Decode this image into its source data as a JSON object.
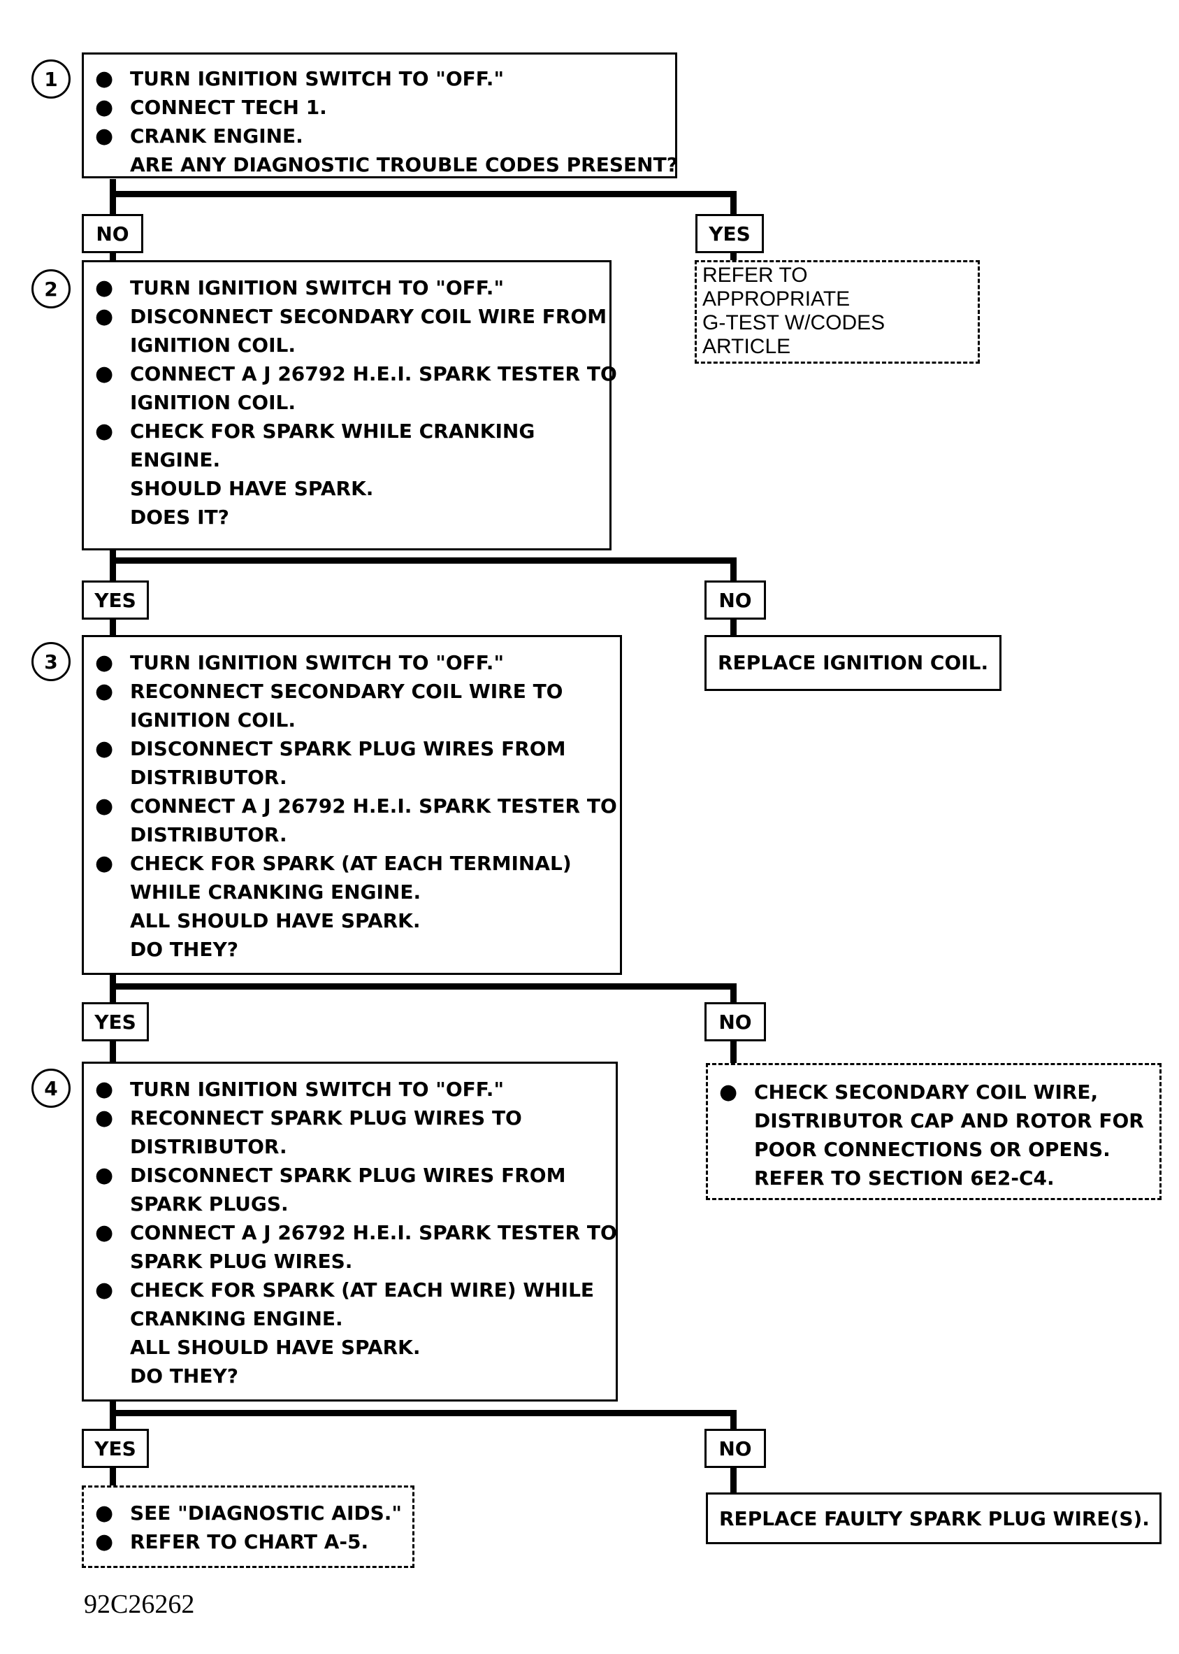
{
  "steps": [
    {
      "number": "1",
      "lines": [
        "TURN IGNITION SWITCH TO \"OFF.\"",
        "CONNECT TECH 1.",
        "CRANK ENGINE.",
        "ARE ANY DIAGNOSTIC TROUBLE CODES PRESENT?"
      ]
    },
    {
      "number": "2",
      "lines": [
        "TURN IGNITION SWITCH TO \"OFF.\"",
        "DISCONNECT SECONDARY COIL WIRE FROM",
        "IGNITION COIL.",
        "CONNECT A J 26792 H.E.I. SPARK TESTER TO",
        "IGNITION COIL.",
        "CHECK FOR SPARK WHILE CRANKING",
        "ENGINE.",
        "SHOULD HAVE SPARK.",
        "DOES IT?"
      ]
    },
    {
      "number": "3",
      "lines": [
        "TURN IGNITION SWITCH TO \"OFF.\"",
        "RECONNECT SECONDARY COIL WIRE TO",
        "IGNITION COIL.",
        "DISCONNECT SPARK PLUG WIRES FROM",
        "DISTRIBUTOR.",
        "CONNECT A J 26792 H.E.I. SPARK TESTER TO",
        "DISTRIBUTOR.",
        "CHECK FOR SPARK (AT EACH TERMINAL)",
        "WHILE CRANKING ENGINE.",
        "ALL SHOULD HAVE SPARK.",
        "DO THEY?"
      ]
    },
    {
      "number": "4",
      "lines": [
        "TURN IGNITION SWITCH TO \"OFF.\"",
        "RECONNECT SPARK PLUG WIRES TO",
        "DISTRIBUTOR.",
        "DISCONNECT SPARK PLUG WIRES FROM",
        "SPARK PLUGS.",
        "CONNECT A J 26792 H.E.I. SPARK TESTER TO",
        "SPARK PLUG WIRES.",
        "CHECK FOR SPARK (AT EACH WIRE) WHILE",
        "CRANKING ENGINE.",
        "ALL SHOULD HAVE SPARK.",
        "DO THEY?"
      ]
    }
  ],
  "branch_labels": {
    "s1_no": "NO",
    "s1_yes": "YES",
    "s2_yes": "YES",
    "s2_no": "NO",
    "s3_yes": "YES",
    "s3_no": "NO",
    "s4_yes": "YES",
    "s4_no": "NO"
  },
  "outcomes": {
    "codes_present": [
      "REFER TO",
      "APPROPRIATE",
      "G-TEST W/CODES",
      "ARTICLE"
    ],
    "replace_coil": "REPLACE IGNITION COIL.",
    "check_secondary": [
      "CHECK SECONDARY COIL WIRE,",
      "DISTRIBUTOR CAP AND ROTOR FOR",
      "POOR CONNECTIONS OR OPENS.",
      "REFER TO SECTION 6E2-C4."
    ],
    "diagnostic_aids": [
      "SEE \"DIAGNOSTIC AIDS.\"",
      "REFER TO CHART A-5."
    ],
    "replace_wires": "REPLACE FAULTY SPARK PLUG WIRE(S)."
  },
  "figure_id": "92C26262"
}
